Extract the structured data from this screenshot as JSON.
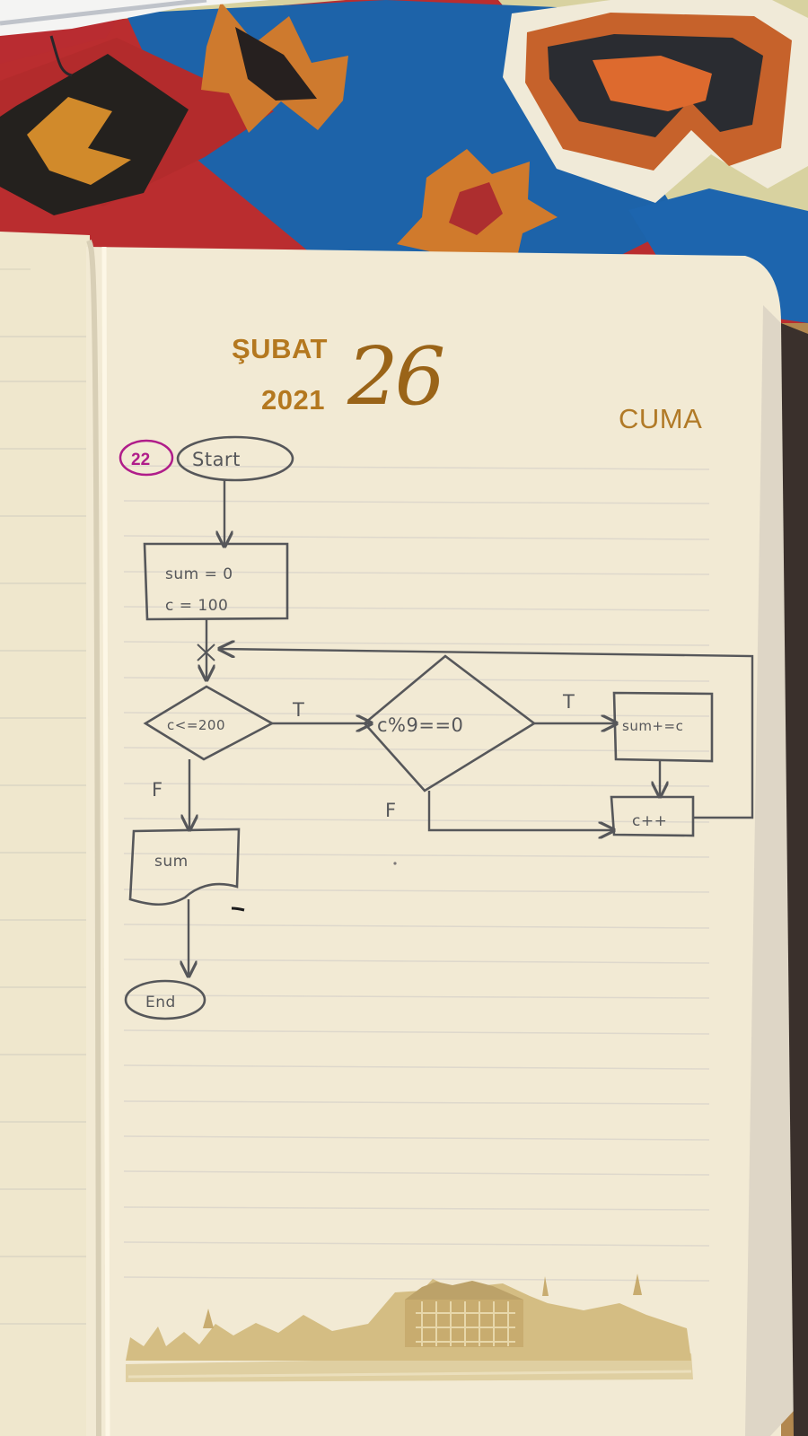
{
  "planner": {
    "month": "ŞUBAT",
    "year": "2021",
    "day": "26",
    "weekday": "CUMA"
  },
  "flowchart": {
    "problem_number": "22",
    "start": "Start",
    "init_line_1": "sum = 0",
    "init_line_2": "c = 100",
    "loop_condition": "c<=200",
    "true_label_1": "T",
    "false_label_1": "F",
    "divisible_condition": "c%9==0",
    "true_label_2": "T",
    "false_label_2": "F",
    "accumulate": "sum+=c",
    "increment": "c++",
    "output": "sum",
    "end": "End"
  },
  "colors": {
    "planner_gold": "#b4781f",
    "pencil": "#56575a",
    "pink_marker": "#b01d8a"
  }
}
